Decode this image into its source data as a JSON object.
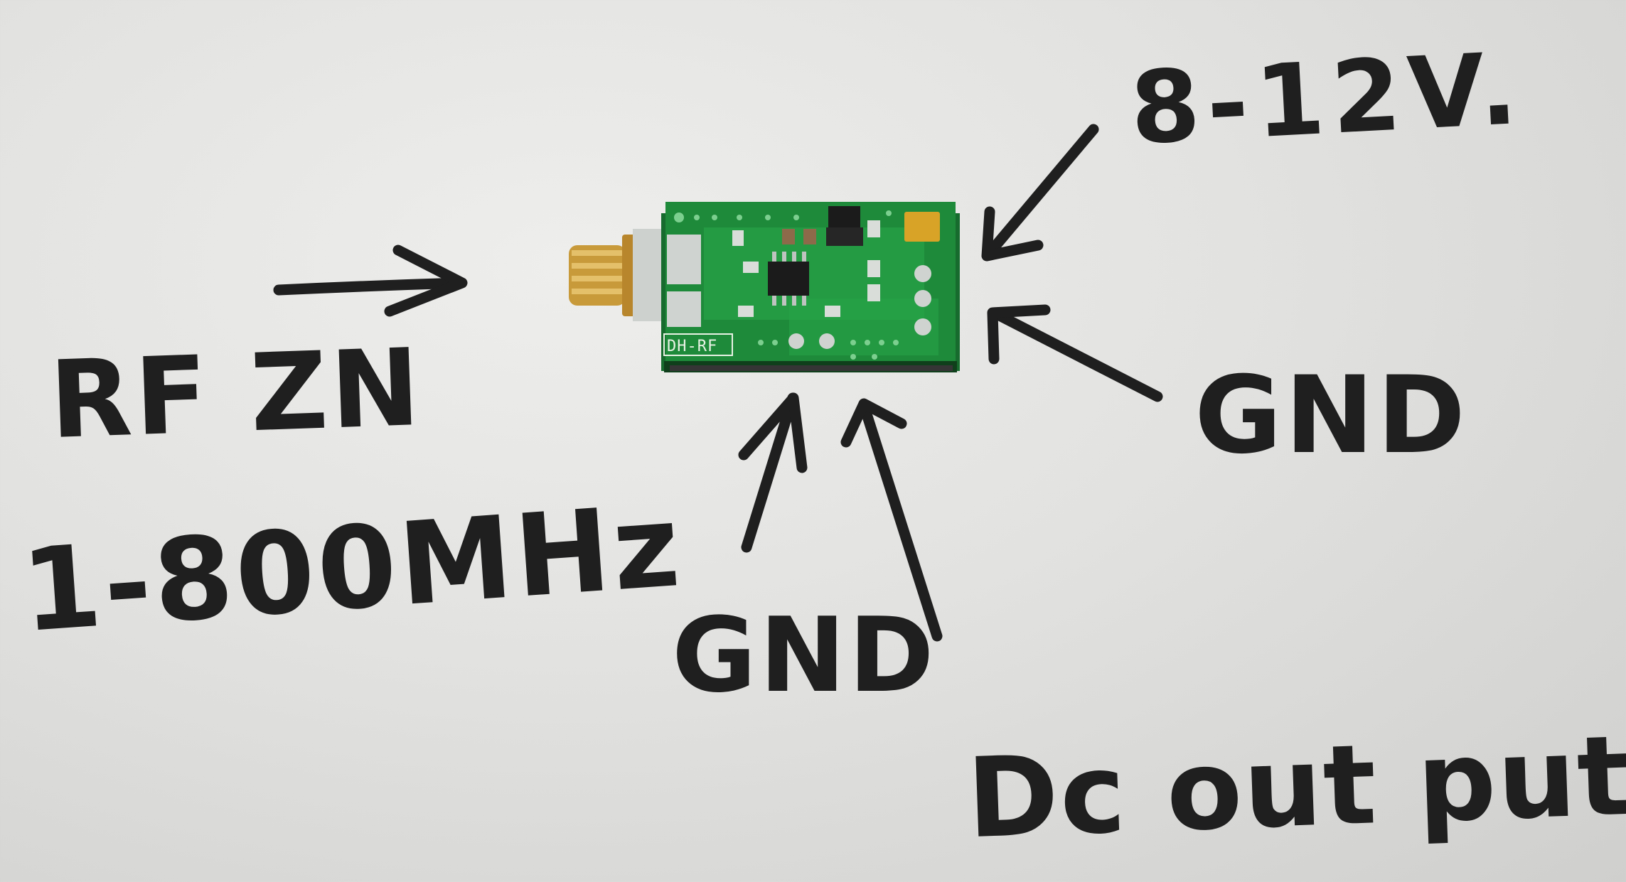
{
  "annotations": {
    "rf_in": "RF ZN",
    "frequency": "1-800MHz",
    "voltage": "8-12V.",
    "gnd_right": "GND",
    "gnd_bottom": "GND",
    "dc_output": "Dc out put"
  },
  "board": {
    "silkscreen": "DH-RF"
  },
  "colors": {
    "paper": "#e4e4e2",
    "ink": "#1f1f1f",
    "pcb_green": "#1e8a3a",
    "pcb_trace": "#27a347",
    "sma_gold": "#c89a3a",
    "pad_silver": "#cfd3d0",
    "chip_black": "#1b1b1b",
    "tantalum_yellow": "#d8a327"
  },
  "icons": [
    "arrow-to-rf-input",
    "arrow-to-vcc-pin",
    "arrow-to-gnd-right",
    "arrow-to-gnd-bottom",
    "arrow-to-dc-output"
  ]
}
